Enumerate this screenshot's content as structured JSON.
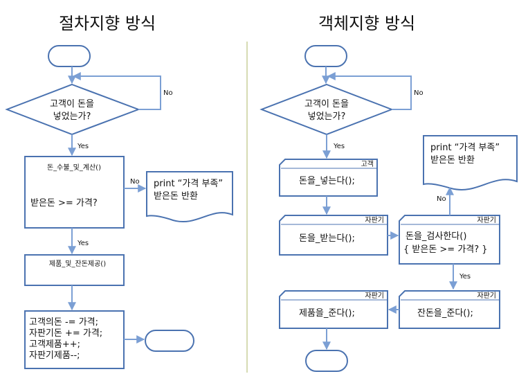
{
  "left": {
    "title": "절차지향 방식",
    "decision": [
      "고객이 돈을",
      "넣었는가?"
    ],
    "no": "No",
    "yes": "Yes",
    "process1_label": "돈_수불_및_계산()",
    "process1_condition": "받은돈 >= 가격?",
    "no2": "No",
    "doc_lines": [
      "print “가격 부족”",
      "받은돈 반환"
    ],
    "yes2": "Yes",
    "process2_label": "제품_및_잔돈제공()",
    "process3_lines": [
      "고객의돈 -= 가격;",
      "자판기돈 += 가격;",
      "고객제품++;",
      "자판기제품--;"
    ]
  },
  "right": {
    "title": "객체지향 방식",
    "decision": [
      "고객이 돈을",
      "넣었는가?"
    ],
    "no": "No",
    "yes": "Yes",
    "doc_lines": [
      "print “가격 부족”",
      "받은돈 반환"
    ],
    "card1_tag": "고객",
    "card1_text": "돈을_넣는다();",
    "card2_tag": "자판기",
    "card2_text": "돈을_받는다();",
    "no2": "No",
    "card3_tag": "자판기",
    "card3_lines": [
      "돈을_검사한다()",
      "{ 받은돈 >= 가격? }"
    ],
    "yes2": "Yes",
    "card4_tag": "자판기",
    "card4_text": "잔돈을_준다();",
    "card5_tag": "자판기",
    "card5_text": "제품을_준다();"
  },
  "colors": {
    "shape_stroke": "#4a72b0",
    "connector": "#7b9fd4",
    "divider": "#c8cf9a"
  }
}
